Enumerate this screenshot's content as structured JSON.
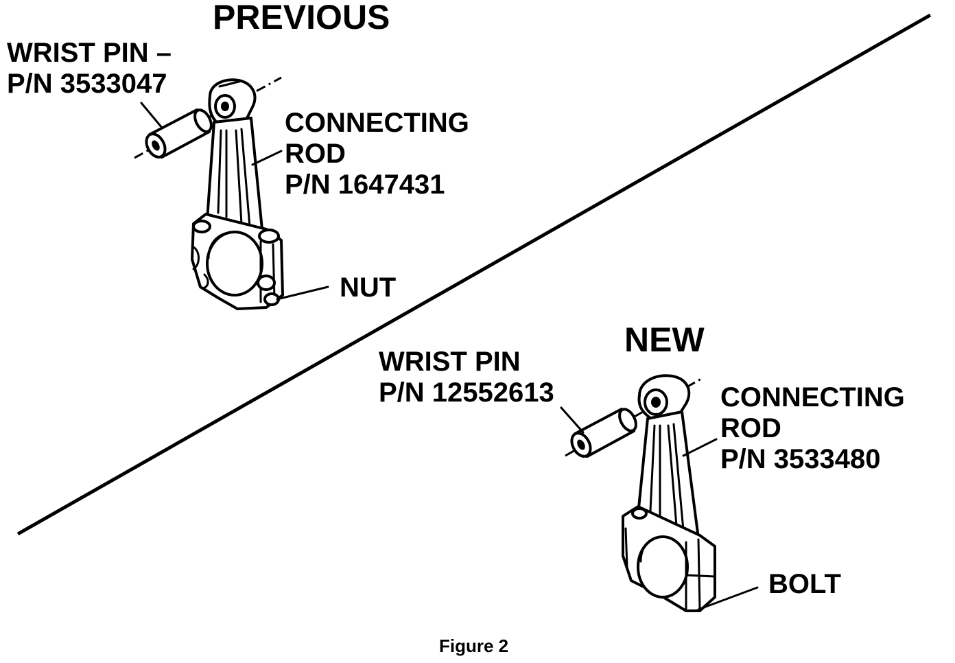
{
  "previous": {
    "heading": "PREVIOUS",
    "wrist_pin_line1": "WRIST PIN –",
    "wrist_pin_line2": "P/N 3533047",
    "rod_line1": "CONNECTING",
    "rod_line2": "ROD",
    "rod_line3": "P/N 1647431",
    "nut_label": "NUT"
  },
  "new": {
    "heading": "NEW",
    "wrist_pin_line1": "WRIST PIN",
    "wrist_pin_line2": "P/N 12552613",
    "rod_line1": "CONNECTING",
    "rod_line2": "ROD",
    "rod_line3": "P/N 3533480",
    "bolt_label": "BOLT"
  },
  "caption": "Figure 2"
}
